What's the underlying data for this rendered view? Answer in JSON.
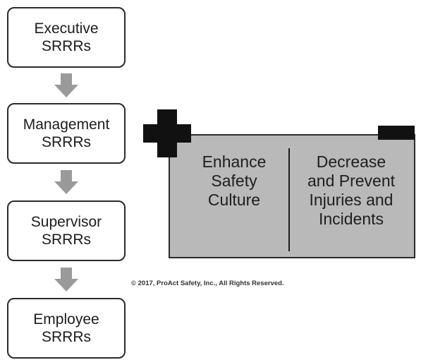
{
  "levels": [
    {
      "line1": "Executive",
      "line2": "SRRRs"
    },
    {
      "line1": "Management",
      "line2": "SRRRs"
    },
    {
      "line1": "Supervisor",
      "line2": "SRRRs"
    },
    {
      "line1": "Employee",
      "line2": "SRRRs"
    }
  ],
  "battery": {
    "left_text": [
      "Enhance",
      "Safety",
      "Culture"
    ],
    "right_text": [
      "Decrease",
      "and Prevent",
      "Injuries and",
      "Incidents"
    ],
    "positive_terminal": "plus-icon",
    "negative_terminal": "minus-icon"
  },
  "copyright": "© 2017, ProAct Safety, Inc., All Rights Reserved.",
  "colors": {
    "box_border": "#2b2b2b",
    "arrow": "#9a9a9a",
    "battery_fill": "#b9b9b9",
    "terminal": "#111111"
  }
}
